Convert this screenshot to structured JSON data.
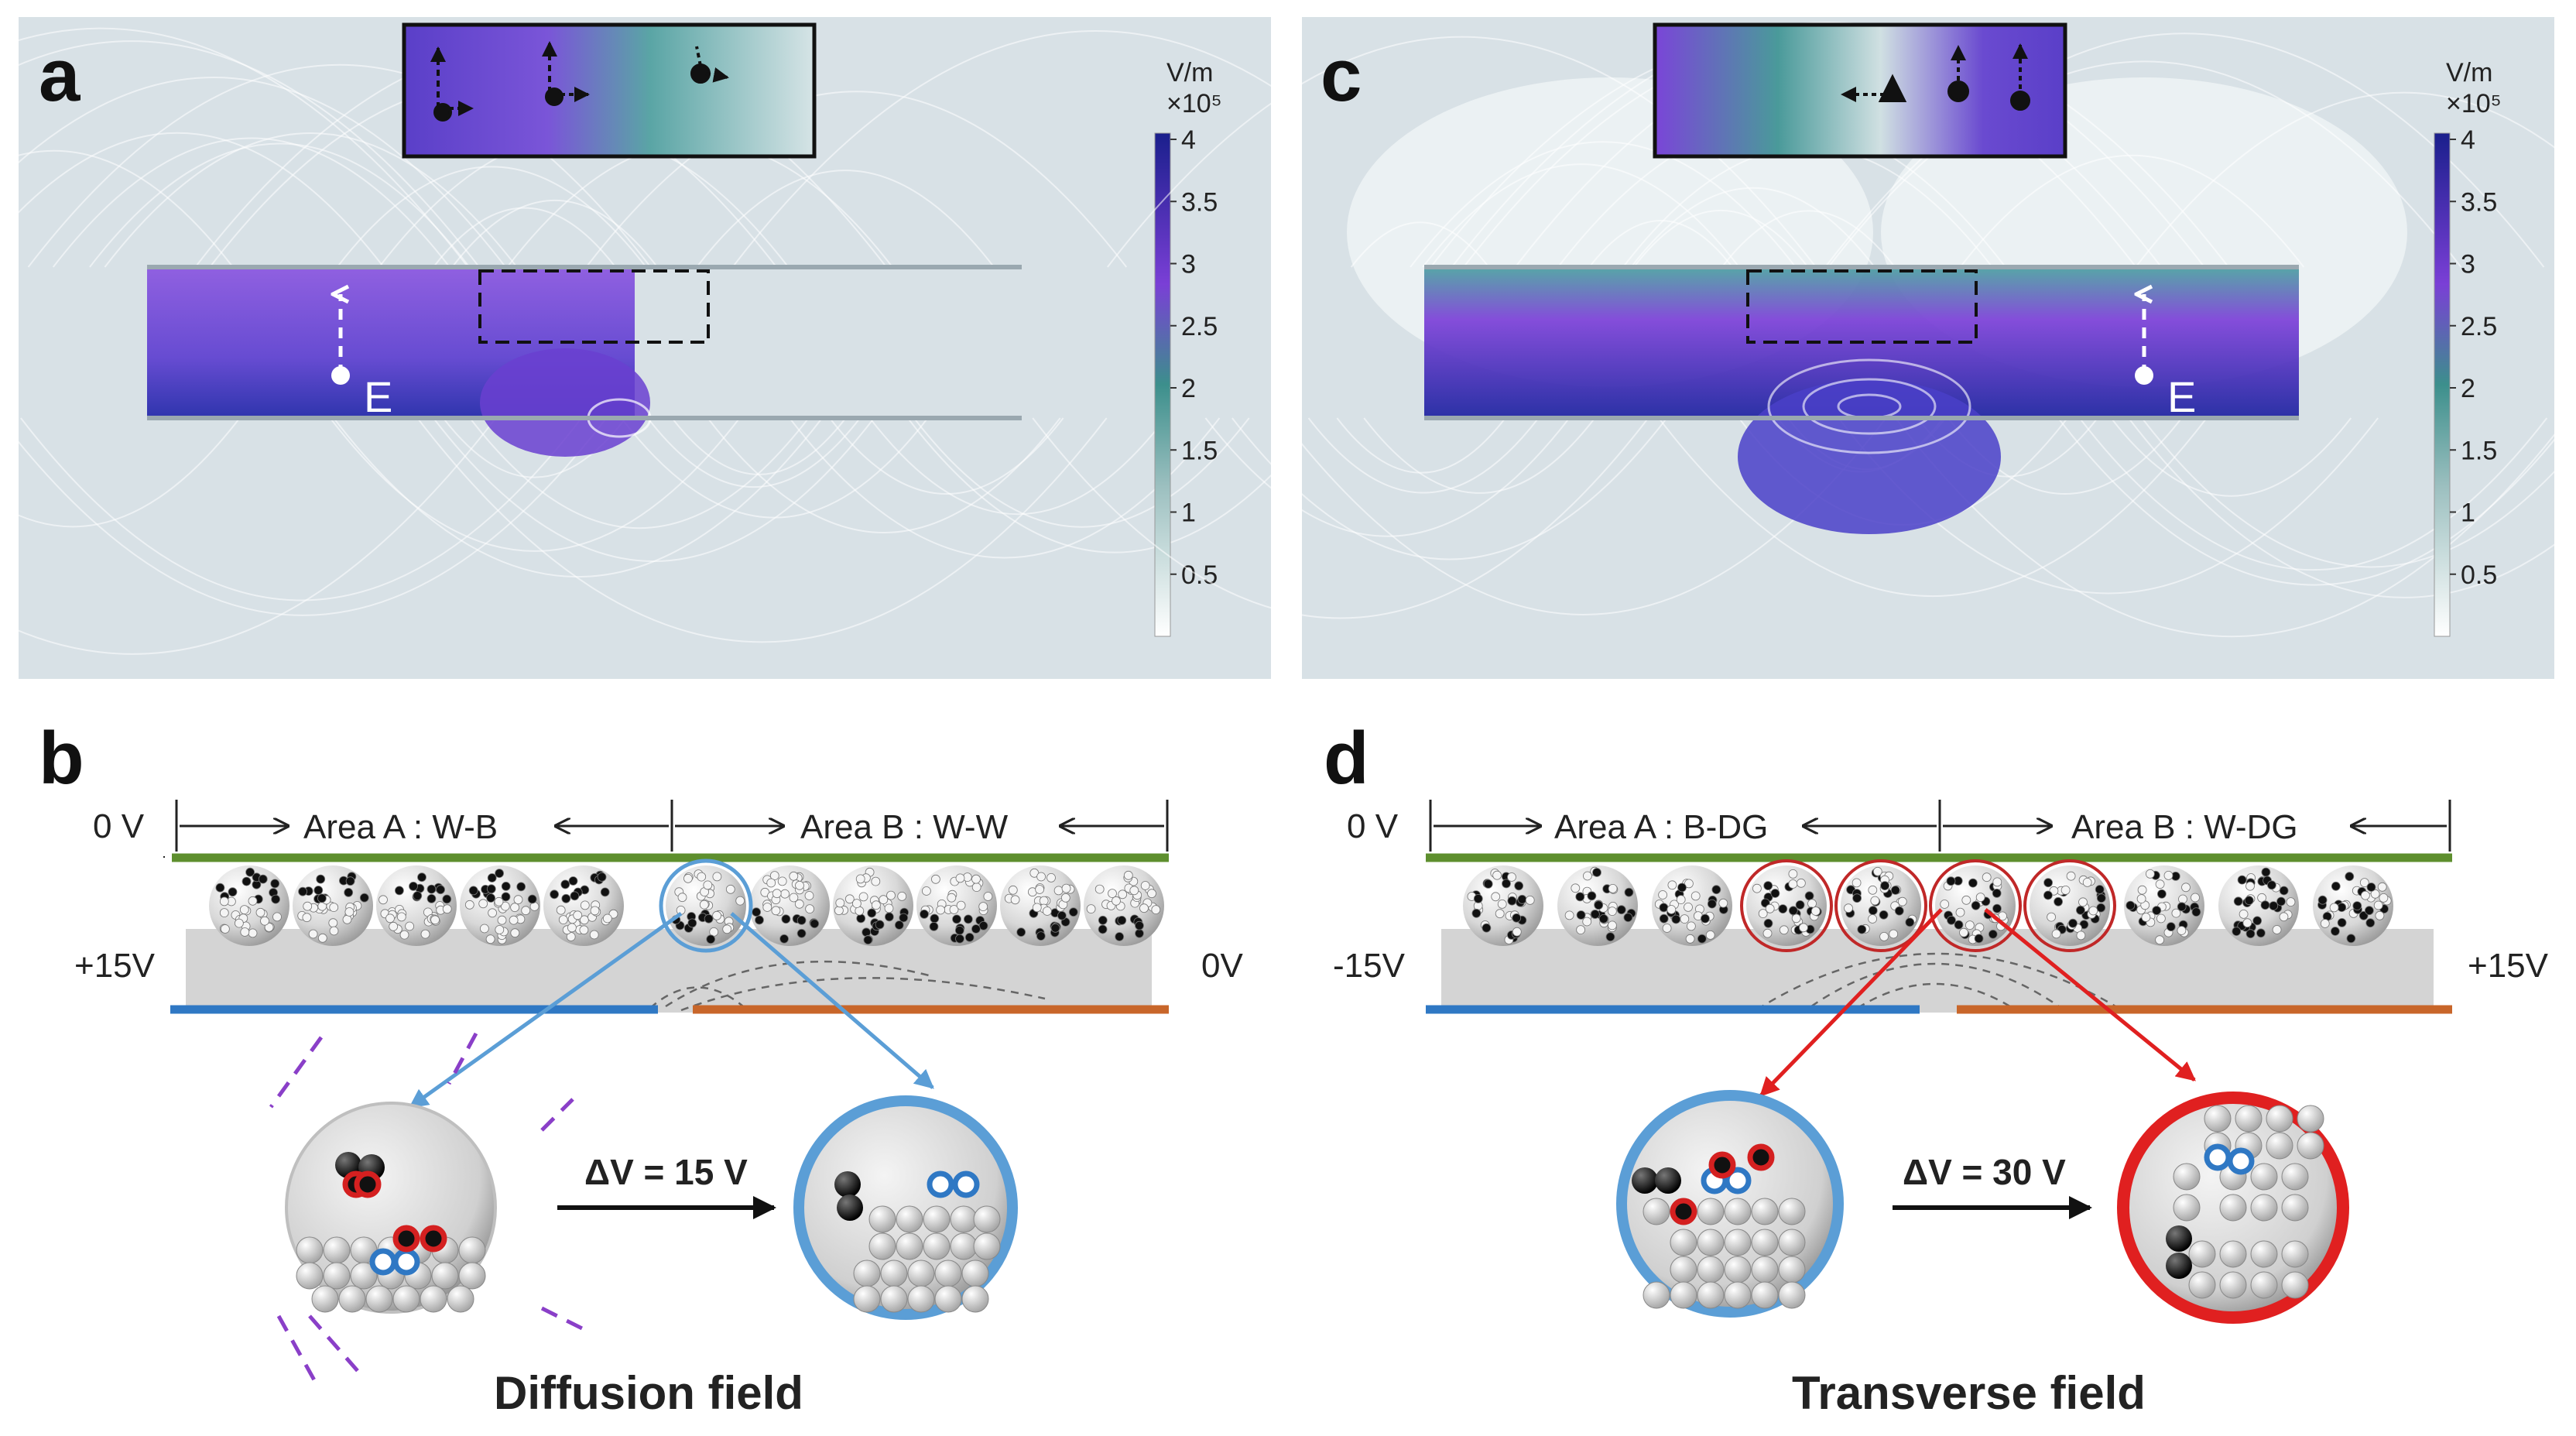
{
  "panels": {
    "a": {
      "label": "a"
    },
    "b": {
      "label": "b"
    },
    "c": {
      "label": "c"
    },
    "d": {
      "label": "d"
    }
  },
  "colorbar": {
    "unit": "V/m",
    "scale": "×10⁵",
    "ticks": [
      "4",
      "3.5",
      "3",
      "2.5",
      "2",
      "1.5",
      "1",
      "0.5"
    ]
  },
  "field_label": "E",
  "panel_b": {
    "top_voltage": "0 V",
    "left_voltage": "+15V",
    "right_voltage": "0V",
    "area_a": "Area A : W-B",
    "area_b": "Area B : W-W",
    "delta_v": "ΔV = 15 V",
    "caption": "Diffusion field"
  },
  "panel_d": {
    "top_voltage": "0 V",
    "left_voltage": "-15V",
    "right_voltage": "+15V",
    "area_a": "Area A : B-DG",
    "area_b": "Area B : W-DG",
    "delta_v": "ΔV = 30 V",
    "caption": "Transverse field"
  },
  "colors": {
    "field_high": "#2a2fa8",
    "field_mid": "#7a3fd6",
    "field_low": "#3c8f8c",
    "background": "#d8e1e6",
    "electrode_top": "#5e8f2e",
    "electrode_left": "#2f78c4",
    "electrode_right": "#c8662a",
    "highlight_blue": "#5b9ed6",
    "highlight_red": "#d42020"
  }
}
